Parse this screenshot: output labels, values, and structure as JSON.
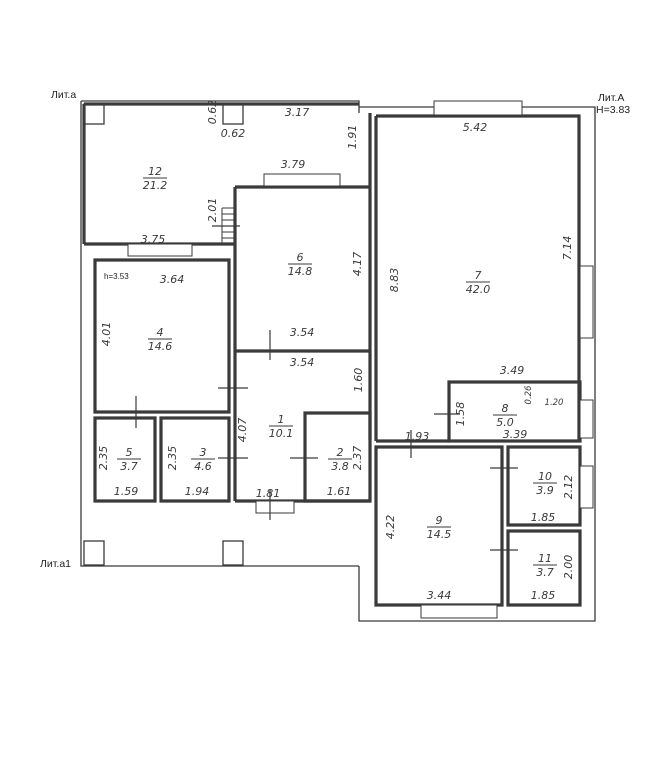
{
  "legend": {
    "lit_a": "Лит.а",
    "lit_A": "Лит.А",
    "height_A": "Н=3.83",
    "lit_a1": "Лит.а1",
    "h_label": "h=3.53"
  },
  "rooms": [
    {
      "id": "12",
      "num": "12",
      "area": "21.2"
    },
    {
      "id": "6",
      "num": "6",
      "area": "14.8"
    },
    {
      "id": "7",
      "num": "7",
      "area": "42.0"
    },
    {
      "id": "4",
      "num": "4",
      "area": "14.6"
    },
    {
      "id": "1",
      "num": "1",
      "area": "10.1"
    },
    {
      "id": "8",
      "num": "8",
      "area": "5.0"
    },
    {
      "id": "5",
      "num": "5",
      "area": "3.7"
    },
    {
      "id": "3",
      "num": "3",
      "area": "4.6"
    },
    {
      "id": "2",
      "num": "2",
      "area": "3.8"
    },
    {
      "id": "9",
      "num": "9",
      "area": "14.5"
    },
    {
      "id": "10",
      "num": "10",
      "area": "3.9"
    },
    {
      "id": "11",
      "num": "11",
      "area": "3.7"
    }
  ],
  "dimensions": [
    "0.62",
    "0.62",
    "3.17",
    "1.91",
    "3.79",
    "2.01",
    "3.75",
    "5.42",
    "7.14",
    "8.83",
    "4.17",
    "3.64",
    "4.01",
    "3.54",
    "3.54",
    "1.60",
    "3.49",
    "0.26",
    "1.20",
    "1.58",
    "3.39",
    "1.93",
    "4.07",
    "2.35",
    "2.35",
    "2.37",
    "1.59",
    "1.94",
    "1.81",
    "1.61",
    "2.12",
    "1.85",
    "4.22",
    "3.44",
    "2.00",
    "1.85"
  ]
}
